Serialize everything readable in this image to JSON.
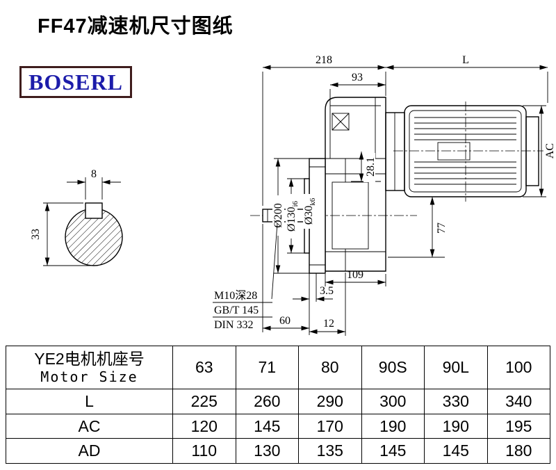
{
  "page": {
    "title": "FF47减速机尺寸图纸",
    "logo_text": "BOSERL"
  },
  "drawing": {
    "dim_8": "8",
    "dim_33": "33",
    "dim_218": "218",
    "dim_L": "L",
    "dim_93": "93",
    "dim_AC": "AC",
    "dim_28_1": "28.1",
    "dim_77": "77",
    "dim_109": "109",
    "dim_3_5": "3.5",
    "dim_60": "60",
    "dim_12": "12",
    "dim_d200": "Ø200",
    "dim_d130_main": "Ø130",
    "dim_d130_sub": "i6",
    "dim_d30_main": "Ø30",
    "dim_d30_sub": "k6",
    "note_tap": "M10深28",
    "note_gb": "GB/T 145",
    "note_din": "DIN 332"
  },
  "table": {
    "header_cn": "YE2电机机座号",
    "header_en": "Motor Size",
    "motor_sizes": [
      "63",
      "71",
      "80",
      "90S",
      "90L",
      "100"
    ],
    "rows": [
      {
        "label": "L",
        "values": [
          "225",
          "260",
          "290",
          "300",
          "330",
          "340"
        ]
      },
      {
        "label": "AC",
        "values": [
          "120",
          "145",
          "170",
          "190",
          "190",
          "195"
        ]
      },
      {
        "label": "AD",
        "values": [
          "110",
          "130",
          "135",
          "145",
          "145",
          "180"
        ]
      }
    ]
  }
}
